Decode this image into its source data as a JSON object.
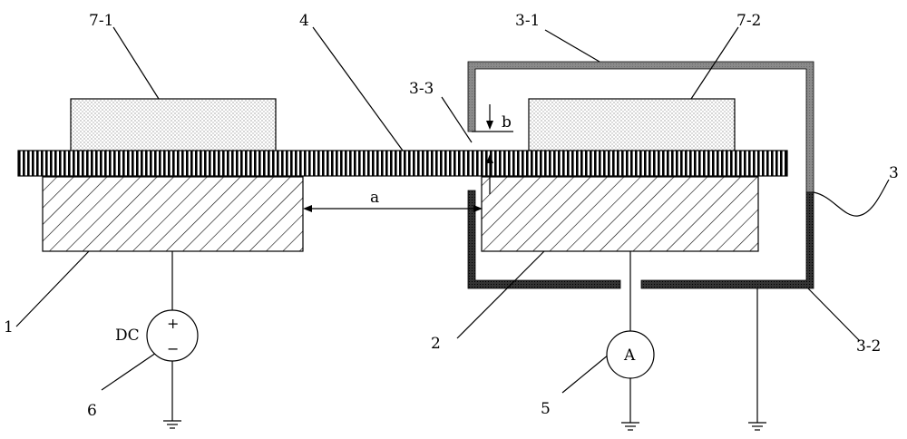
{
  "labels": {
    "sample_left": "7-1",
    "sample_right": "7-2",
    "strip": "4",
    "shield_top": "3-1",
    "shield_gap": "3-3",
    "gap_b": "b",
    "shield": "3",
    "distance_a": "a",
    "electrode_left": "1",
    "electrode_right": "2",
    "shield_bottom": "3-2",
    "dc_source": "6",
    "dc_text": "DC",
    "plus_sign": "+",
    "minus_sign": "−",
    "ammeter": "5",
    "ammeter_text": "A"
  },
  "colors": {
    "ink": "#000000",
    "background": "#ffffff",
    "shield_gray": "#8a8a8a"
  }
}
